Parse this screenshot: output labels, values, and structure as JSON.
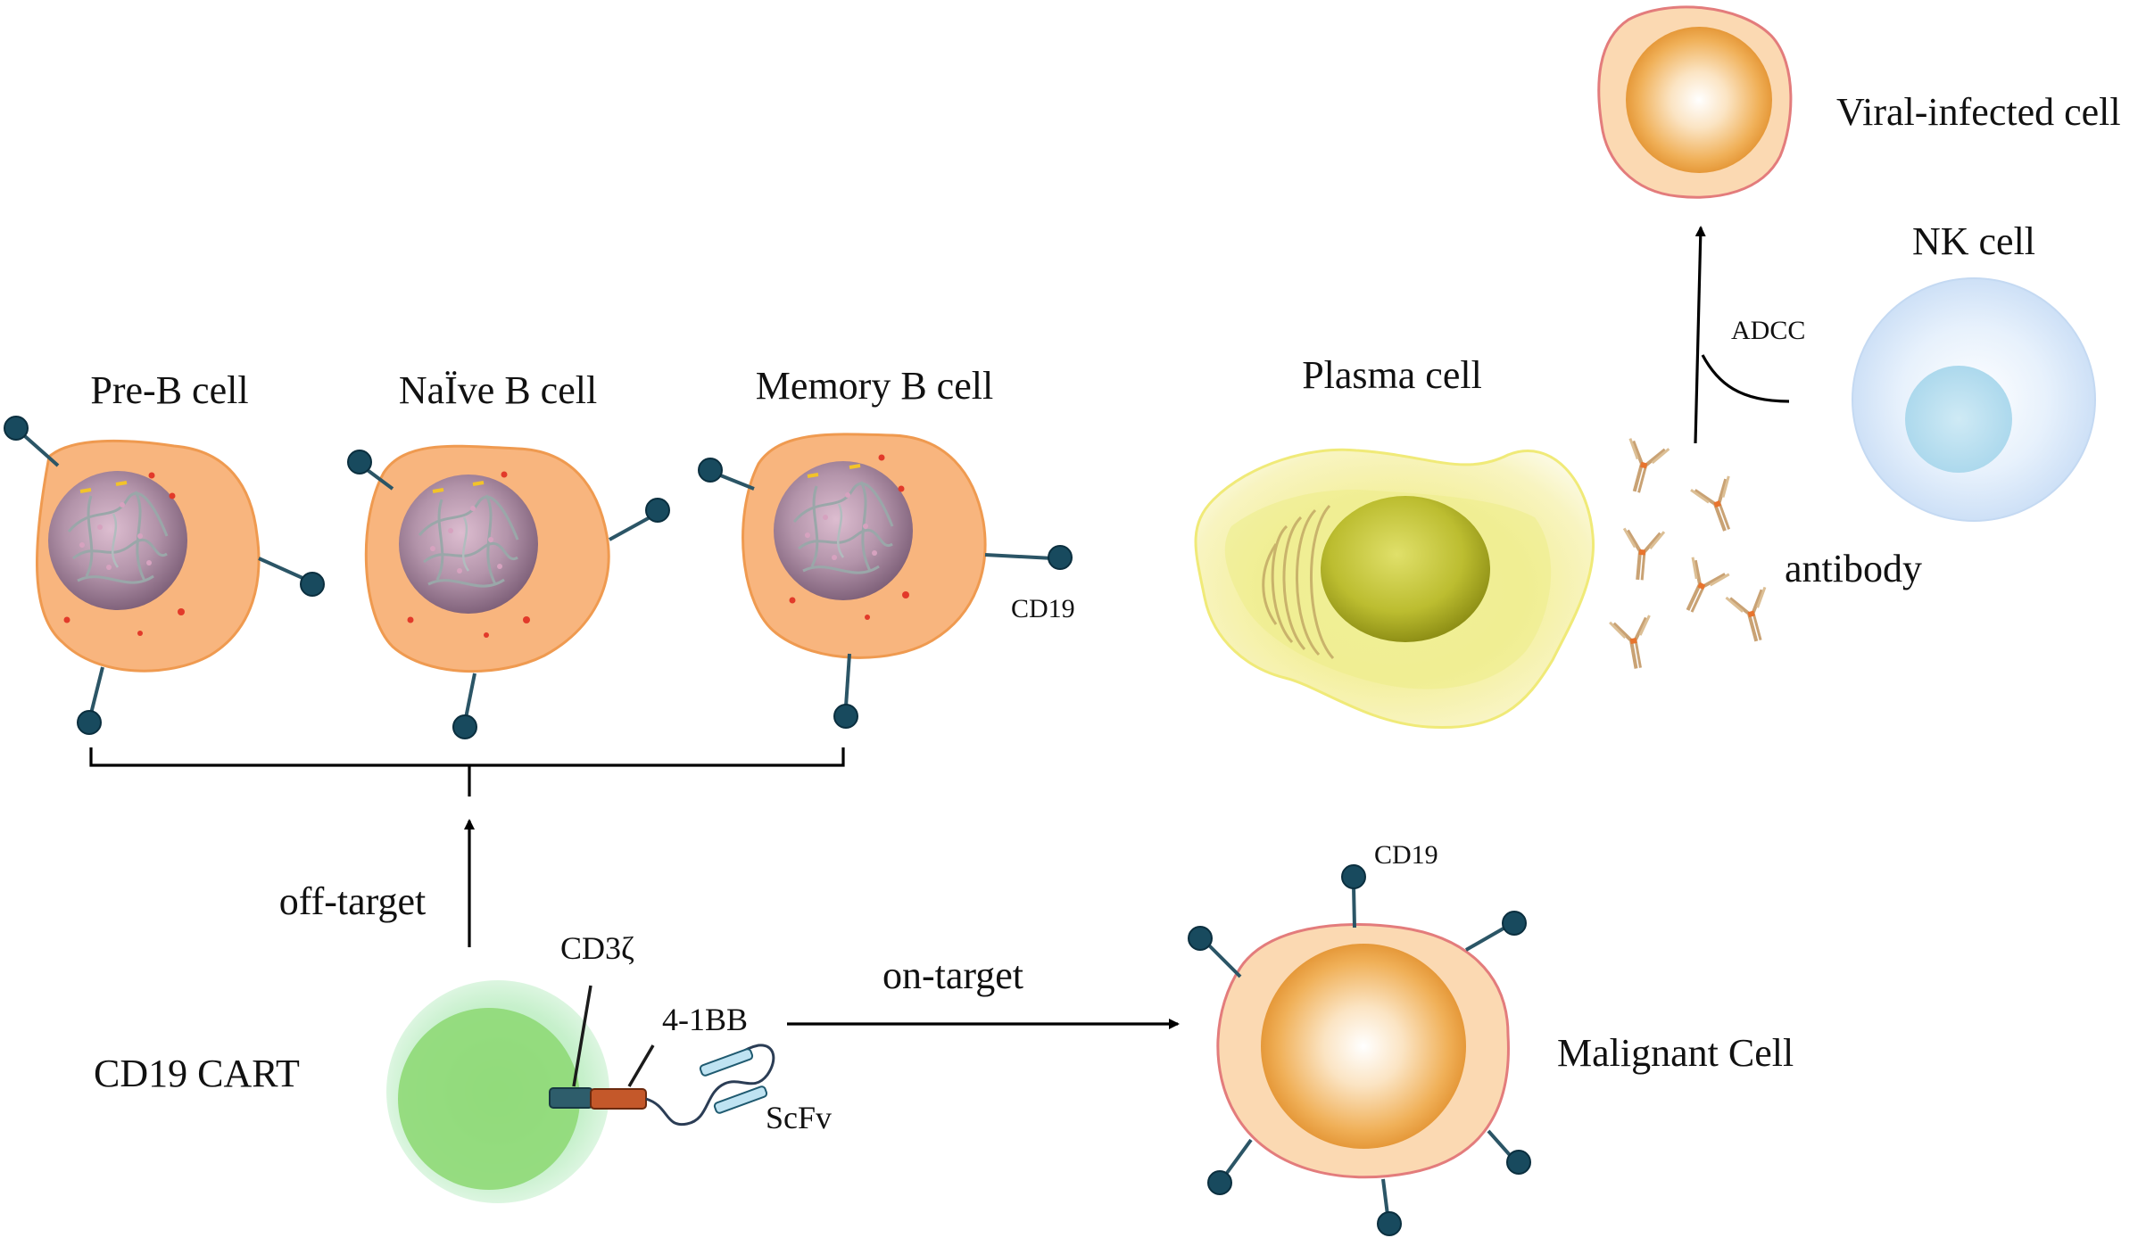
{
  "labels": {
    "pre_b": "Pre-B cell",
    "naive_b": "NaÏve B cell",
    "memory_b": "Memory B cell",
    "cd19_memory": "CD19",
    "plasma": "Plasma cell",
    "viral": "Viral-infected cell",
    "nk": "NK cell",
    "adcc": "ADCC",
    "antibody": "antibody",
    "off_target": "off-target",
    "on_target": "on-target",
    "cd3z": "CD3ζ",
    "bb41": "4-1BB",
    "scfv": "ScFv",
    "cart": "CD19 CART",
    "cd19_malignant": "CD19",
    "malignant": "Malignant Cell"
  },
  "colors": {
    "b_cell_body": "#f8b57e",
    "b_cell_outline": "#ef9a50",
    "b_nucleus": "#a5839b",
    "receptor": "#184a5e",
    "plasma_body": "#f2ed8e",
    "plasma_nucleus": "#b6b52a",
    "target_cell_body": "#fbd9b2",
    "target_cell_outline": "#e37c7c",
    "target_nucleus": "#e3963a",
    "nk_body": "#d5e6f8",
    "nk_nucleus": "#b8def0",
    "cart_outer": "#b9ecc2",
    "cart_inner": "#8fd977",
    "cd3z_segment": "#2e5d6b",
    "bb41_segment": "#c4582a",
    "antibody": "#c9a274"
  }
}
